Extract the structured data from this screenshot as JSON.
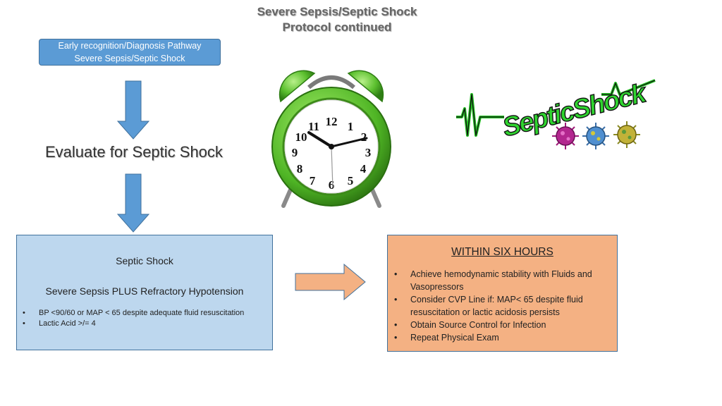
{
  "title": {
    "line1": "Severe Sepsis/Septic Shock",
    "line2": "Protocol continued"
  },
  "pathway": {
    "line1": "Early recognition/Diagnosis Pathway",
    "line2": "Severe Sepsis/Septic Shock"
  },
  "evaluate": "Evaluate for Septic Shock",
  "septic_box": {
    "heading": "Septic Shock",
    "subheading": "Severe Sepsis PLUS Refractory Hypotension",
    "bullet_char": "•",
    "bullets": [
      "BP <90/60 or MAP < 65 despite adequate fluid resuscitation",
      "Lactic Acid >/= 4"
    ]
  },
  "six_hours_box": {
    "heading": "WITHIN SIX HOURS",
    "bullet_char": "•",
    "bullets": [
      "Achieve hemodynamic stability with Fluids and Vasopressors",
      "Consider CVP Line if: MAP< 65 despite fluid resuscitation or lactic acidosis persists",
      "Obtain Source Control for Infection",
      "Repeat Physical Exam"
    ]
  },
  "clock": {
    "numbers": [
      "12",
      "1",
      "2",
      "3",
      "4",
      "5",
      "6",
      "7",
      "8",
      "9",
      "10",
      "11"
    ],
    "color": "#5cc02f"
  },
  "septic_logo_text": "SepticShock",
  "colors": {
    "blue_arrow": "#5b9bd5",
    "orange_arrow": "#f4b183",
    "pathway_box": "#5b9bd5",
    "septic_box": "#bdd7ee",
    "six_hours_box": "#f4b183",
    "logo_green": "#2fd42f"
  }
}
